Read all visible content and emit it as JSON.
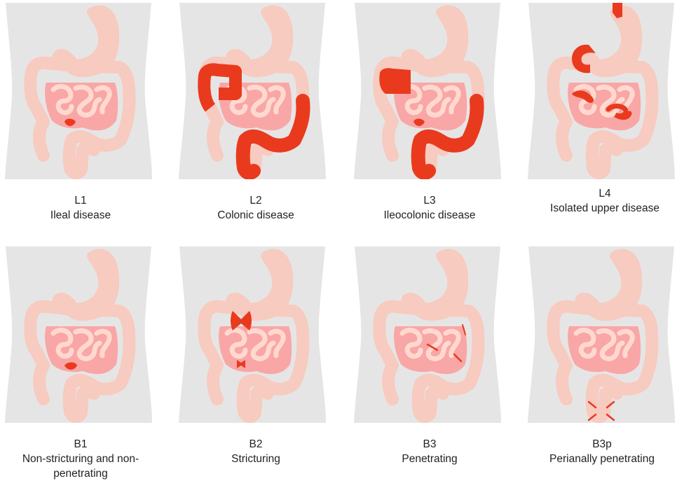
{
  "colors": {
    "panel_background": "#e6e5e6",
    "intestine": "#f7cbbf",
    "mesentery": "#f9a6a6",
    "mesentery_folds": "#ffd9cf",
    "disease": "#e93a1e"
  },
  "panels": [
    {
      "code": "L1",
      "label": "Ileal disease",
      "highlight": "terminal-ileum"
    },
    {
      "code": "L2",
      "label": "Colonic disease",
      "highlight": "colon"
    },
    {
      "code": "L3",
      "label": "Ileocolonic disease",
      "highlight": "ileum-and-colon"
    },
    {
      "code": "L4",
      "label": "Isolated upper disease",
      "highlight": "upper-gi"
    },
    {
      "code": "B1",
      "label": "Non-stricturing and non-penetrating",
      "label_line1": "Non-stricturing and non-",
      "label_line2": "penetrating",
      "highlight": "terminal-ileum"
    },
    {
      "code": "B2",
      "label": "Stricturing",
      "highlight": "strictures"
    },
    {
      "code": "B3",
      "label": "Penetrating",
      "highlight": "fistulae"
    },
    {
      "code": "B3p",
      "label": "Perianally penetrating",
      "highlight": "perianal"
    }
  ]
}
